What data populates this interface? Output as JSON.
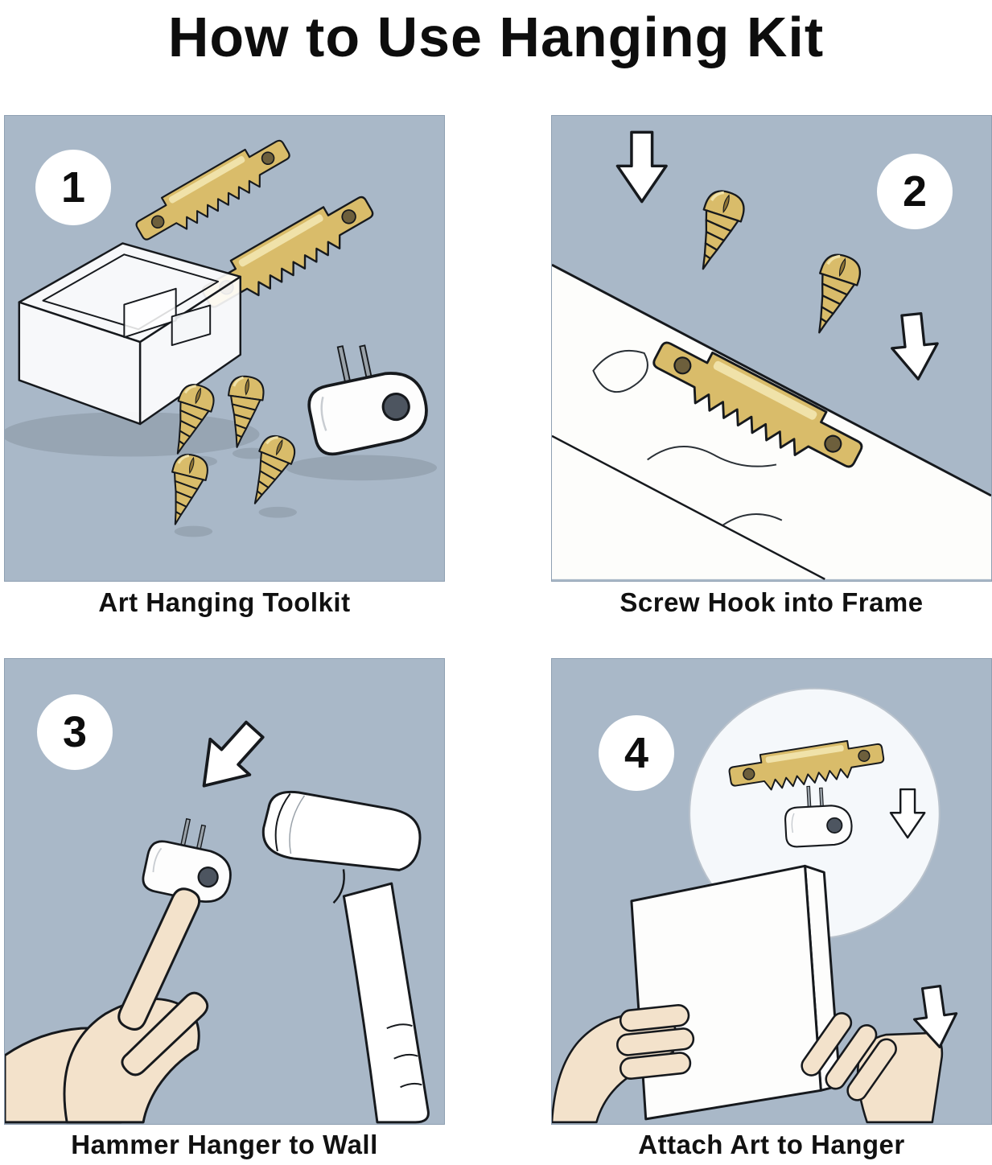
{
  "title": "How to Use Hanging Kit",
  "steps": [
    {
      "number": "1",
      "caption": "Art Hanging Toolkit"
    },
    {
      "number": "2",
      "caption": "Screw Hook into Frame"
    },
    {
      "number": "3",
      "caption": "Hammer Hanger to Wall"
    },
    {
      "number": "4",
      "caption": "Attach Art to Hanger"
    }
  ],
  "colors": {
    "panel_background": "#a9b8c8",
    "brass": "#d9bc6a",
    "brass_highlight": "#f0e2a9",
    "outline": "#16191d",
    "skin": "#f3e2cb",
    "paper": "#fdfdfc"
  }
}
